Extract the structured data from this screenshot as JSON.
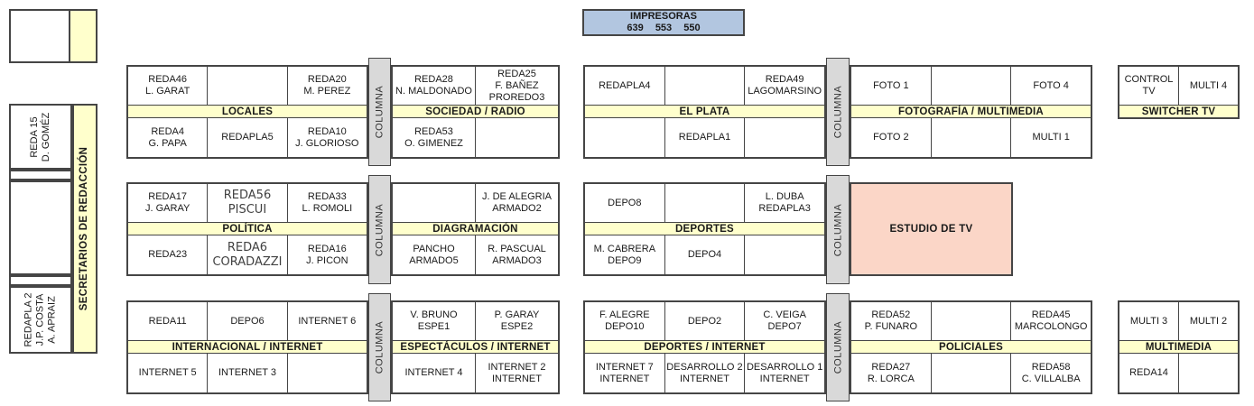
{
  "colors": {
    "header_yellow": "#ffffcc",
    "column_gray": "#d9d9d9",
    "printer_blue": "#b2c6e0",
    "studio_pink": "#fbd6c7",
    "border": "#454545"
  },
  "printer": {
    "line1": "IMPRESORAS",
    "line2": "639 553 550"
  },
  "sidebar": {
    "secretaries": "SECRETARIOS DE REDACCIÓN",
    "desk_top": "REDA 15\nD. GOMÉZ",
    "desk_bottom": "REDAPLA 2\nJ.P. COSTA\nA. APRAIZ"
  },
  "column_label": "COLUMNA",
  "studio": {
    "label": "ESTUDIO DE TV"
  },
  "sections": {
    "locales": {
      "header": "LOCALES",
      "top": [
        "REDA46\nL. GARAT",
        "",
        "REDA20\nM. PEREZ"
      ],
      "bottom": [
        "REDA4\nG. PAPA",
        "REDAPLA5",
        "REDA10\nJ. GLORIOSO"
      ]
    },
    "sociedad": {
      "header": "SOCIEDAD / RADIO",
      "top": [
        "REDA28\nN. MALDONADO",
        "REDA25\nF. BAÑEZ\nPROREDO3"
      ],
      "bottom": [
        "REDA53\nO. GIMENEZ",
        ""
      ]
    },
    "elplata": {
      "header": "EL PLATA",
      "top": [
        "REDAPLA4",
        "",
        "REDA49\nLAGOMARSINO"
      ],
      "bottom": [
        "",
        "REDAPLA1",
        ""
      ]
    },
    "fotografia": {
      "header": "FOTOGRAFÍA / MULTIMEDIA",
      "top": [
        "FOTO 1",
        "",
        "FOTO 4"
      ],
      "bottom": [
        "FOTO 2",
        "",
        "MULTI 1"
      ]
    },
    "switcher": {
      "header": "SWITCHER TV",
      "top": [
        "CONTROL TV",
        "MULTI 4"
      ]
    },
    "politica": {
      "header": "POLÍTICA",
      "top": [
        "REDA17\nJ. GARAY",
        "REDA56\nPISCUI",
        "REDA33\nL. ROMOLI"
      ],
      "bottom": [
        "REDA23",
        "REDA6\nCORADAZZI",
        "REDA16\nJ. PICON"
      ]
    },
    "diagramacion": {
      "header": "DIAGRAMACIÓN",
      "top": [
        "",
        "J. DE ALEGRIA\nARMADO2"
      ],
      "bottom": [
        "PANCHO\nARMADO5",
        "R. PASCUAL\nARMADO3"
      ]
    },
    "deportes": {
      "header": "DEPORTES",
      "top": [
        "DEPO8",
        "",
        "L. DUBA\nREDAPLA3"
      ],
      "bottom": [
        "M. CABRERA\nDEPO9",
        "DEPO4",
        ""
      ]
    },
    "internacional": {
      "header": "INTERNACIONAL / INTERNET",
      "top": [
        "REDA11",
        "DEPO6",
        "INTERNET 6"
      ],
      "bottom": [
        "INTERNET 5",
        "INTERNET 3",
        ""
      ]
    },
    "espectaculos": {
      "header": "ESPECTÁCULOS / INTERNET",
      "top": [
        "V. BRUNO\nESPE1",
        "P. GARAY\nESPE2"
      ],
      "bottom": [
        "INTERNET 4",
        "INTERNET 2\nINTERNET"
      ]
    },
    "deportes_internet": {
      "header": "DEPORTES / INTERNET",
      "top": [
        "F. ALEGRE\nDEPO10",
        "DEPO2",
        "C. VEIGA\nDEPO7"
      ],
      "bottom": [
        "INTERNET 7\nINTERNET",
        "DESARROLLO 2\nINTERNET",
        "DESARROLLO 1\nINTERNET"
      ]
    },
    "policiales": {
      "header": "POLICIALES",
      "top": [
        "REDA52\nP. FUNARO",
        "",
        "REDA45\nMARCOLONGO"
      ],
      "bottom": [
        "REDA27\nR. LORCA",
        "",
        "REDA58\nC. VILLALBA"
      ]
    },
    "multimedia": {
      "header": "MULTIMEDIA",
      "top": [
        "MULTI 3",
        "MULTI 2"
      ],
      "bottom": [
        "REDA14",
        ""
      ]
    }
  }
}
